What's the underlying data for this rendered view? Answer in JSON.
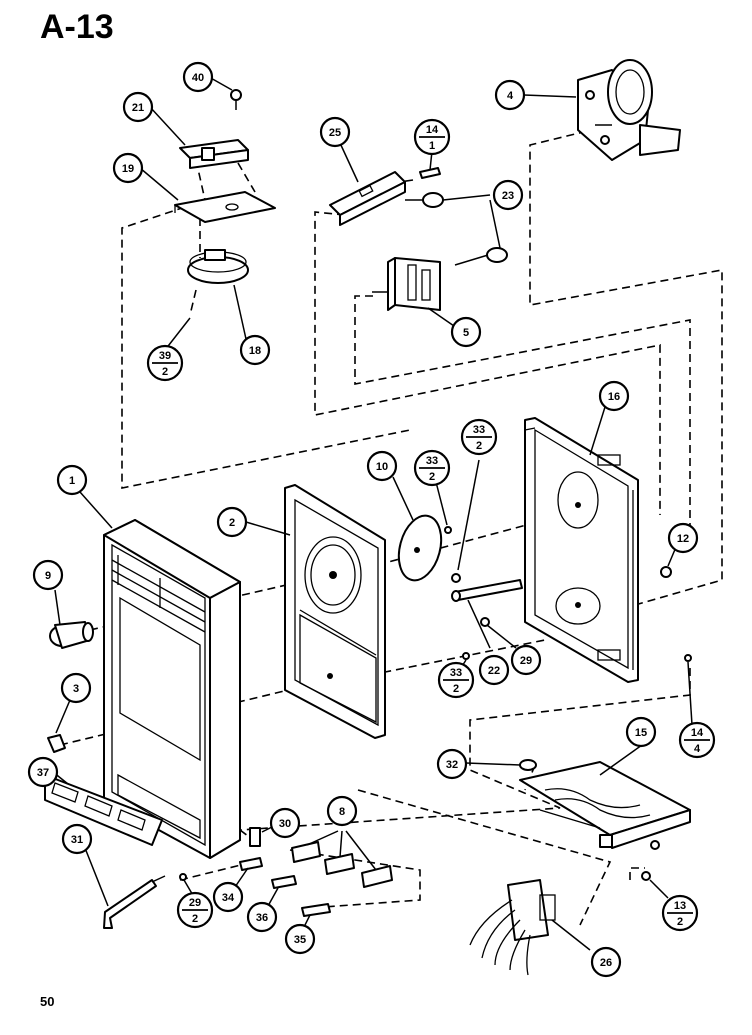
{
  "page": {
    "title": "A-13",
    "page_number": "50"
  },
  "callouts": [
    {
      "id": "c40",
      "label": "40"
    },
    {
      "id": "c21",
      "label": "21"
    },
    {
      "id": "c19",
      "label": "19"
    },
    {
      "id": "c18",
      "label": "18"
    },
    {
      "id": "c39",
      "top": "39",
      "bottom": "2"
    },
    {
      "id": "c25",
      "label": "25"
    },
    {
      "id": "c14a",
      "top": "14",
      "bottom": "1"
    },
    {
      "id": "c23",
      "label": "23"
    },
    {
      "id": "c4",
      "label": "4"
    },
    {
      "id": "c5",
      "label": "5"
    },
    {
      "id": "c16",
      "label": "16"
    },
    {
      "id": "c1",
      "label": "1"
    },
    {
      "id": "c2",
      "label": "2"
    },
    {
      "id": "c10",
      "label": "10"
    },
    {
      "id": "c33a",
      "top": "33",
      "bottom": "2"
    },
    {
      "id": "c33b",
      "top": "33",
      "bottom": "2"
    },
    {
      "id": "c33c",
      "top": "33",
      "bottom": "2"
    },
    {
      "id": "c12",
      "label": "12"
    },
    {
      "id": "c9",
      "label": "9"
    },
    {
      "id": "c3",
      "label": "3"
    },
    {
      "id": "c22",
      "label": "22"
    },
    {
      "id": "c29",
      "label": "29"
    },
    {
      "id": "c14b",
      "top": "14",
      "bottom": "4"
    },
    {
      "id": "c15",
      "label": "15"
    },
    {
      "id": "c32",
      "label": "32"
    },
    {
      "id": "c37",
      "label": "37"
    },
    {
      "id": "c30",
      "label": "30"
    },
    {
      "id": "c8",
      "label": "8"
    },
    {
      "id": "c31",
      "label": "31"
    },
    {
      "id": "c29b",
      "top": "29",
      "bottom": "2"
    },
    {
      "id": "c34",
      "label": "34"
    },
    {
      "id": "c36",
      "label": "36"
    },
    {
      "id": "c35",
      "label": "35"
    },
    {
      "id": "c13",
      "top": "13",
      "bottom": "2"
    },
    {
      "id": "c26",
      "label": "26"
    }
  ]
}
